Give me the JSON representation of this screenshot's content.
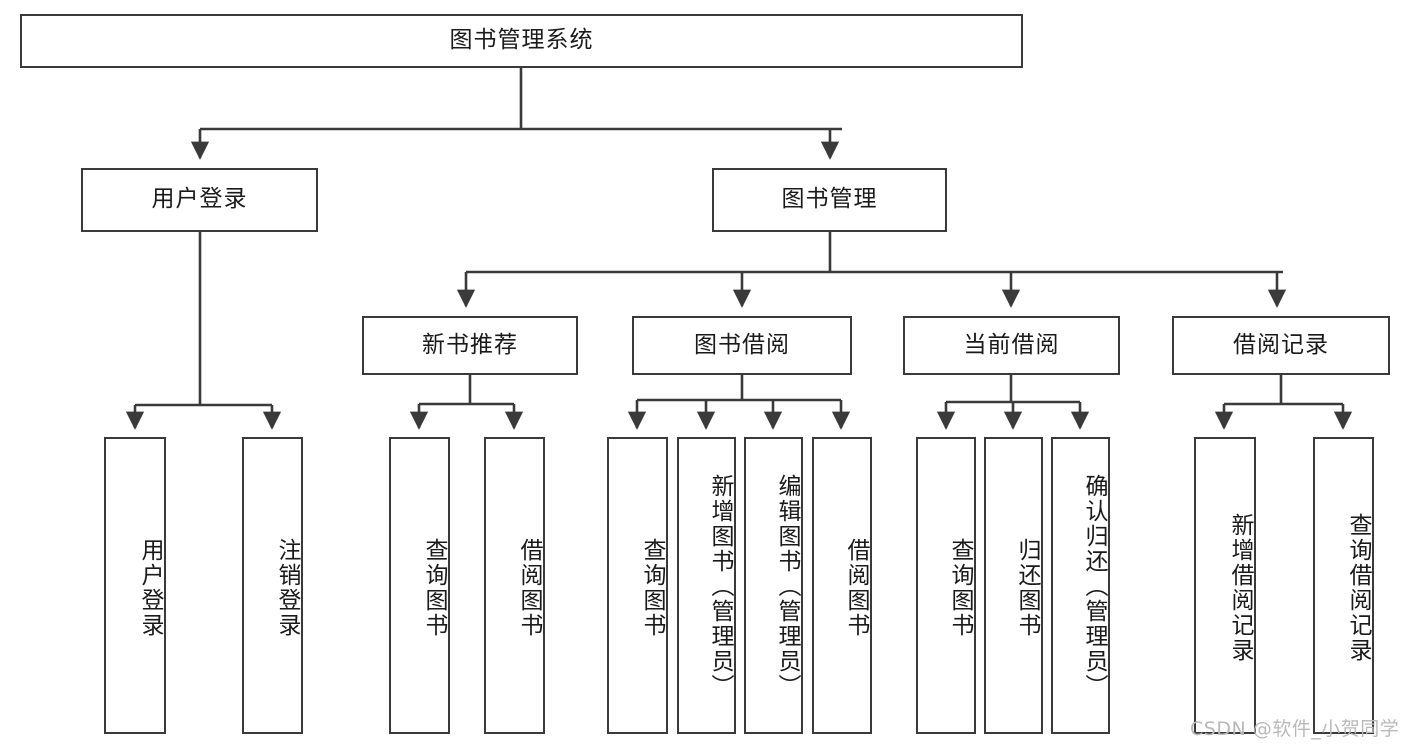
{
  "diagram": {
    "type": "tree-hierarchy-flowchart",
    "title": "图书管理系统",
    "watermark": "CSDN @软件_小贺同学",
    "colors": {
      "border": "#3a3a3a",
      "background": "#ffffff",
      "text": "#1a1a1a",
      "edge": "#3a3a3a",
      "watermark": "#b9b9b9"
    },
    "nodes": {
      "root": {
        "label": "图书管理系统"
      },
      "level2": [
        {
          "id": "user-login",
          "label": "用户登录"
        },
        {
          "id": "book-management",
          "label": "图书管理"
        }
      ],
      "level3": [
        {
          "id": "new-book-recommend",
          "label": "新书推荐"
        },
        {
          "id": "book-borrow",
          "label": "图书借阅"
        },
        {
          "id": "current-borrow",
          "label": "当前借阅"
        },
        {
          "id": "borrow-record",
          "label": "借阅记录"
        }
      ],
      "leaves": {
        "user-login": [
          {
            "id": "leaf-user-login",
            "label": "用户登录"
          },
          {
            "id": "leaf-logout-login",
            "label": "注销登录"
          }
        ],
        "new-book-recommend": [
          {
            "id": "leaf-query-book-1",
            "label": "查询图书"
          },
          {
            "id": "leaf-borrow-book-1",
            "label": "借阅图书"
          }
        ],
        "book-borrow": [
          {
            "id": "leaf-query-book-2",
            "label": "查询图书"
          },
          {
            "id": "leaf-add-book",
            "label": "新增图书（管理员）"
          },
          {
            "id": "leaf-edit-book",
            "label": "编辑图书（管理员）"
          },
          {
            "id": "leaf-borrow-book-2",
            "label": "借阅图书"
          }
        ],
        "current-borrow": [
          {
            "id": "leaf-query-book-3",
            "label": "查询图书"
          },
          {
            "id": "leaf-return-book",
            "label": "归还图书"
          },
          {
            "id": "leaf-confirm-return",
            "label": "确认归还（管理员）"
          }
        ],
        "borrow-record": [
          {
            "id": "leaf-add-borrow-record",
            "label": "新增借阅记录"
          },
          {
            "id": "leaf-query-borrow-record",
            "label": "查询借阅记录"
          }
        ]
      }
    }
  }
}
